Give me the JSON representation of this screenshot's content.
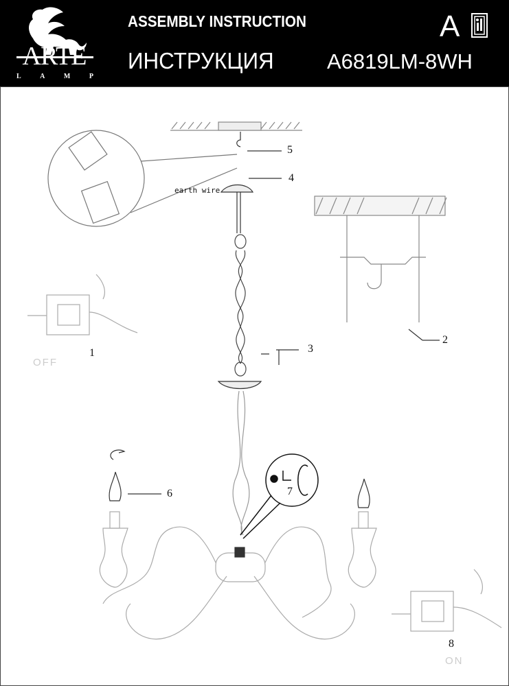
{
  "header": {
    "brand": "ARTE",
    "brand_sub": [
      "L",
      "A",
      "M",
      "P"
    ],
    "title_en": "ASSEMBLY INSTRUCTION",
    "title_ru": "ИНСТРУКЦИЯ",
    "letter": "A",
    "model": "A6819LM-8WH"
  },
  "diagram": {
    "steps": [
      "1",
      "2",
      "3",
      "4",
      "5",
      "6",
      "7",
      "8"
    ],
    "earth_wire": "earth wire",
    "switch_off": "OFF",
    "switch_on": "ON"
  }
}
